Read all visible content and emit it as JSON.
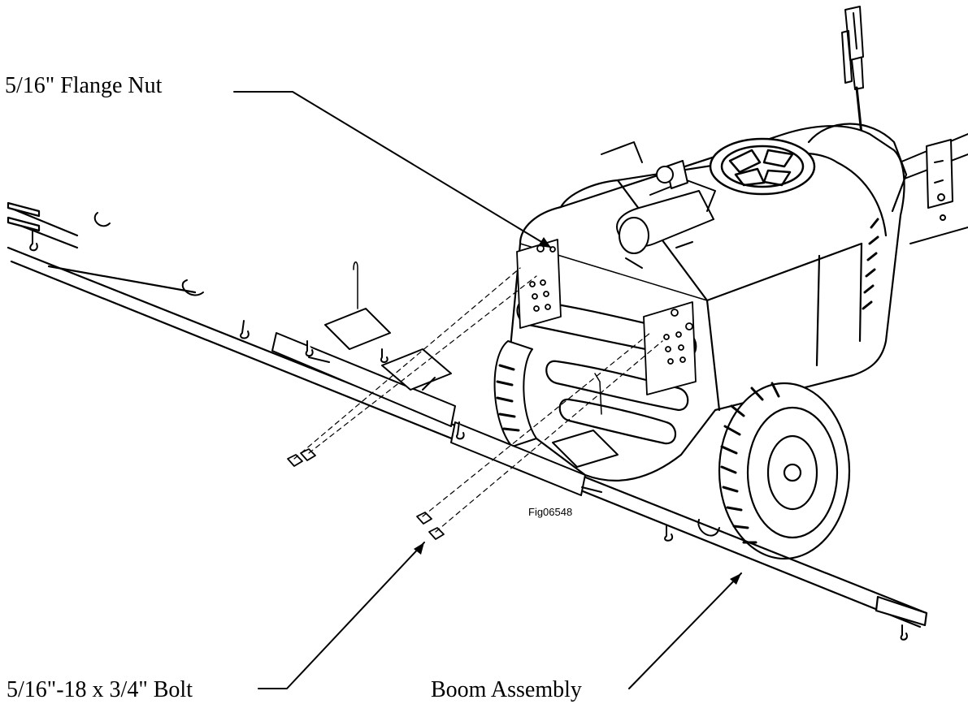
{
  "callouts": {
    "flange_nut": "5/16\" Flange Nut",
    "bolt": "5/16\"-18 x 3/4\" Bolt",
    "boom_assembly": "Boom Assembly"
  },
  "figure_id": "Fig06548",
  "colors": {
    "line": "#000000",
    "background": "#ffffff"
  }
}
